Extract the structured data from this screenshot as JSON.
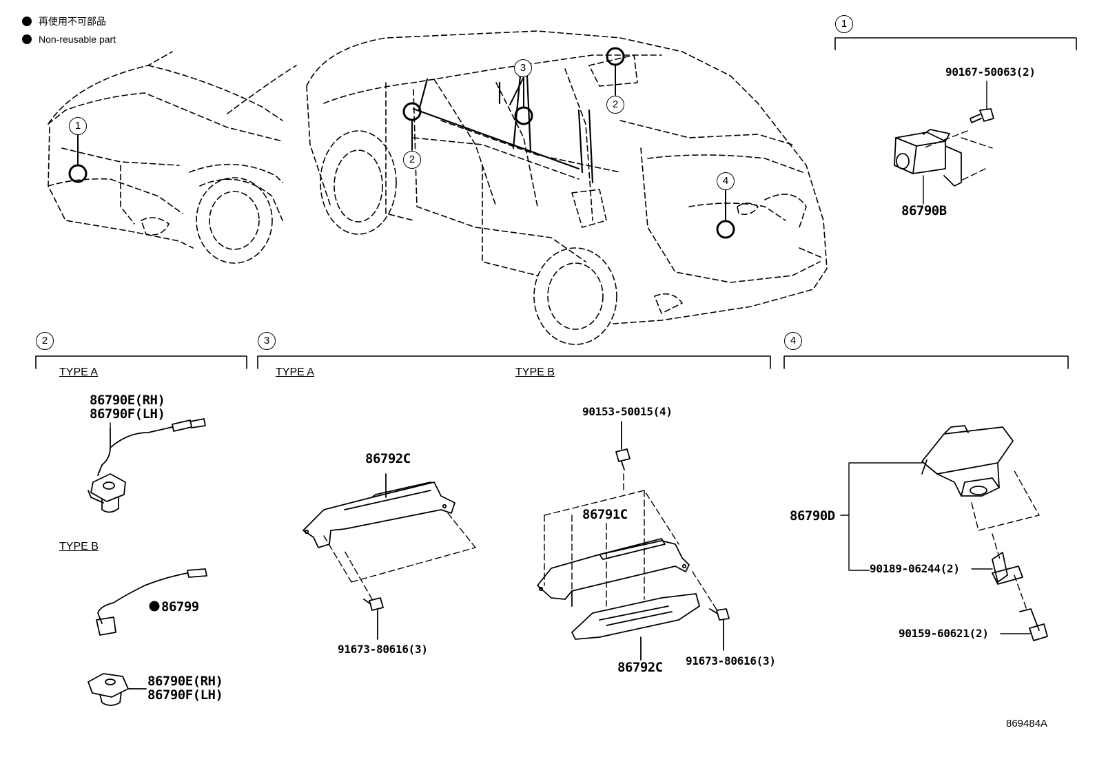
{
  "legend": {
    "jp": "再使用不可部品",
    "en": "Non-reusable part"
  },
  "callouts": [
    "1",
    "2",
    "3",
    "4"
  ],
  "types": {
    "a": "TYPE A",
    "b": "TYPE B"
  },
  "parts": {
    "p86790b": "86790B",
    "p90167": "90167-50063(2)",
    "p86790e_rh": "86790E(RH)",
    "p86790f_lh": "86790F(LH)",
    "p86799": "86799",
    "p86792c": "86792C",
    "p86791c": "86791C",
    "p90153": "90153-50015(4)",
    "p91673": "91673-80616(3)",
    "p86790d": "86790D",
    "p90189": "90189-06244(2)",
    "p90159": "90159-60621(2)"
  },
  "doc_number": "869484A"
}
